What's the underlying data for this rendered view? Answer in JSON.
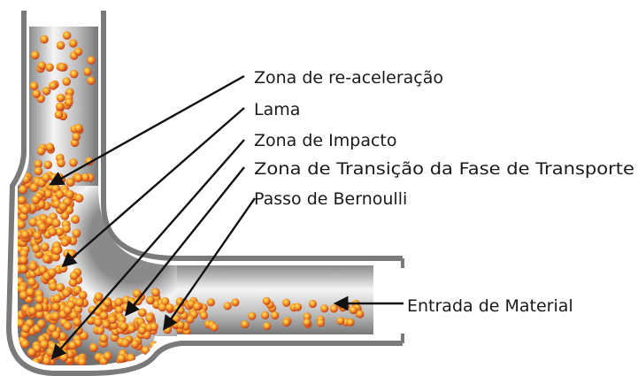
{
  "labels": {
    "reacceleration": "Zona de re-aceleração",
    "lama": "Lama",
    "impact": "Zona de Impacto",
    "transition": "Zona de Transição da Fase de Transporte",
    "bernoulli": "Passo de Bernoulli",
    "inlet": "Entrada de Material"
  },
  "colors": {
    "pipe_wall": "#7a7a7a",
    "pipe_light": "#f2f2f2",
    "pipe_mid": "#b8b8b8",
    "pipe_dark": "#6e6e6e",
    "particle_core": "#ffd84a",
    "particle_edge": "#c0391c",
    "arrow": "#111111"
  }
}
